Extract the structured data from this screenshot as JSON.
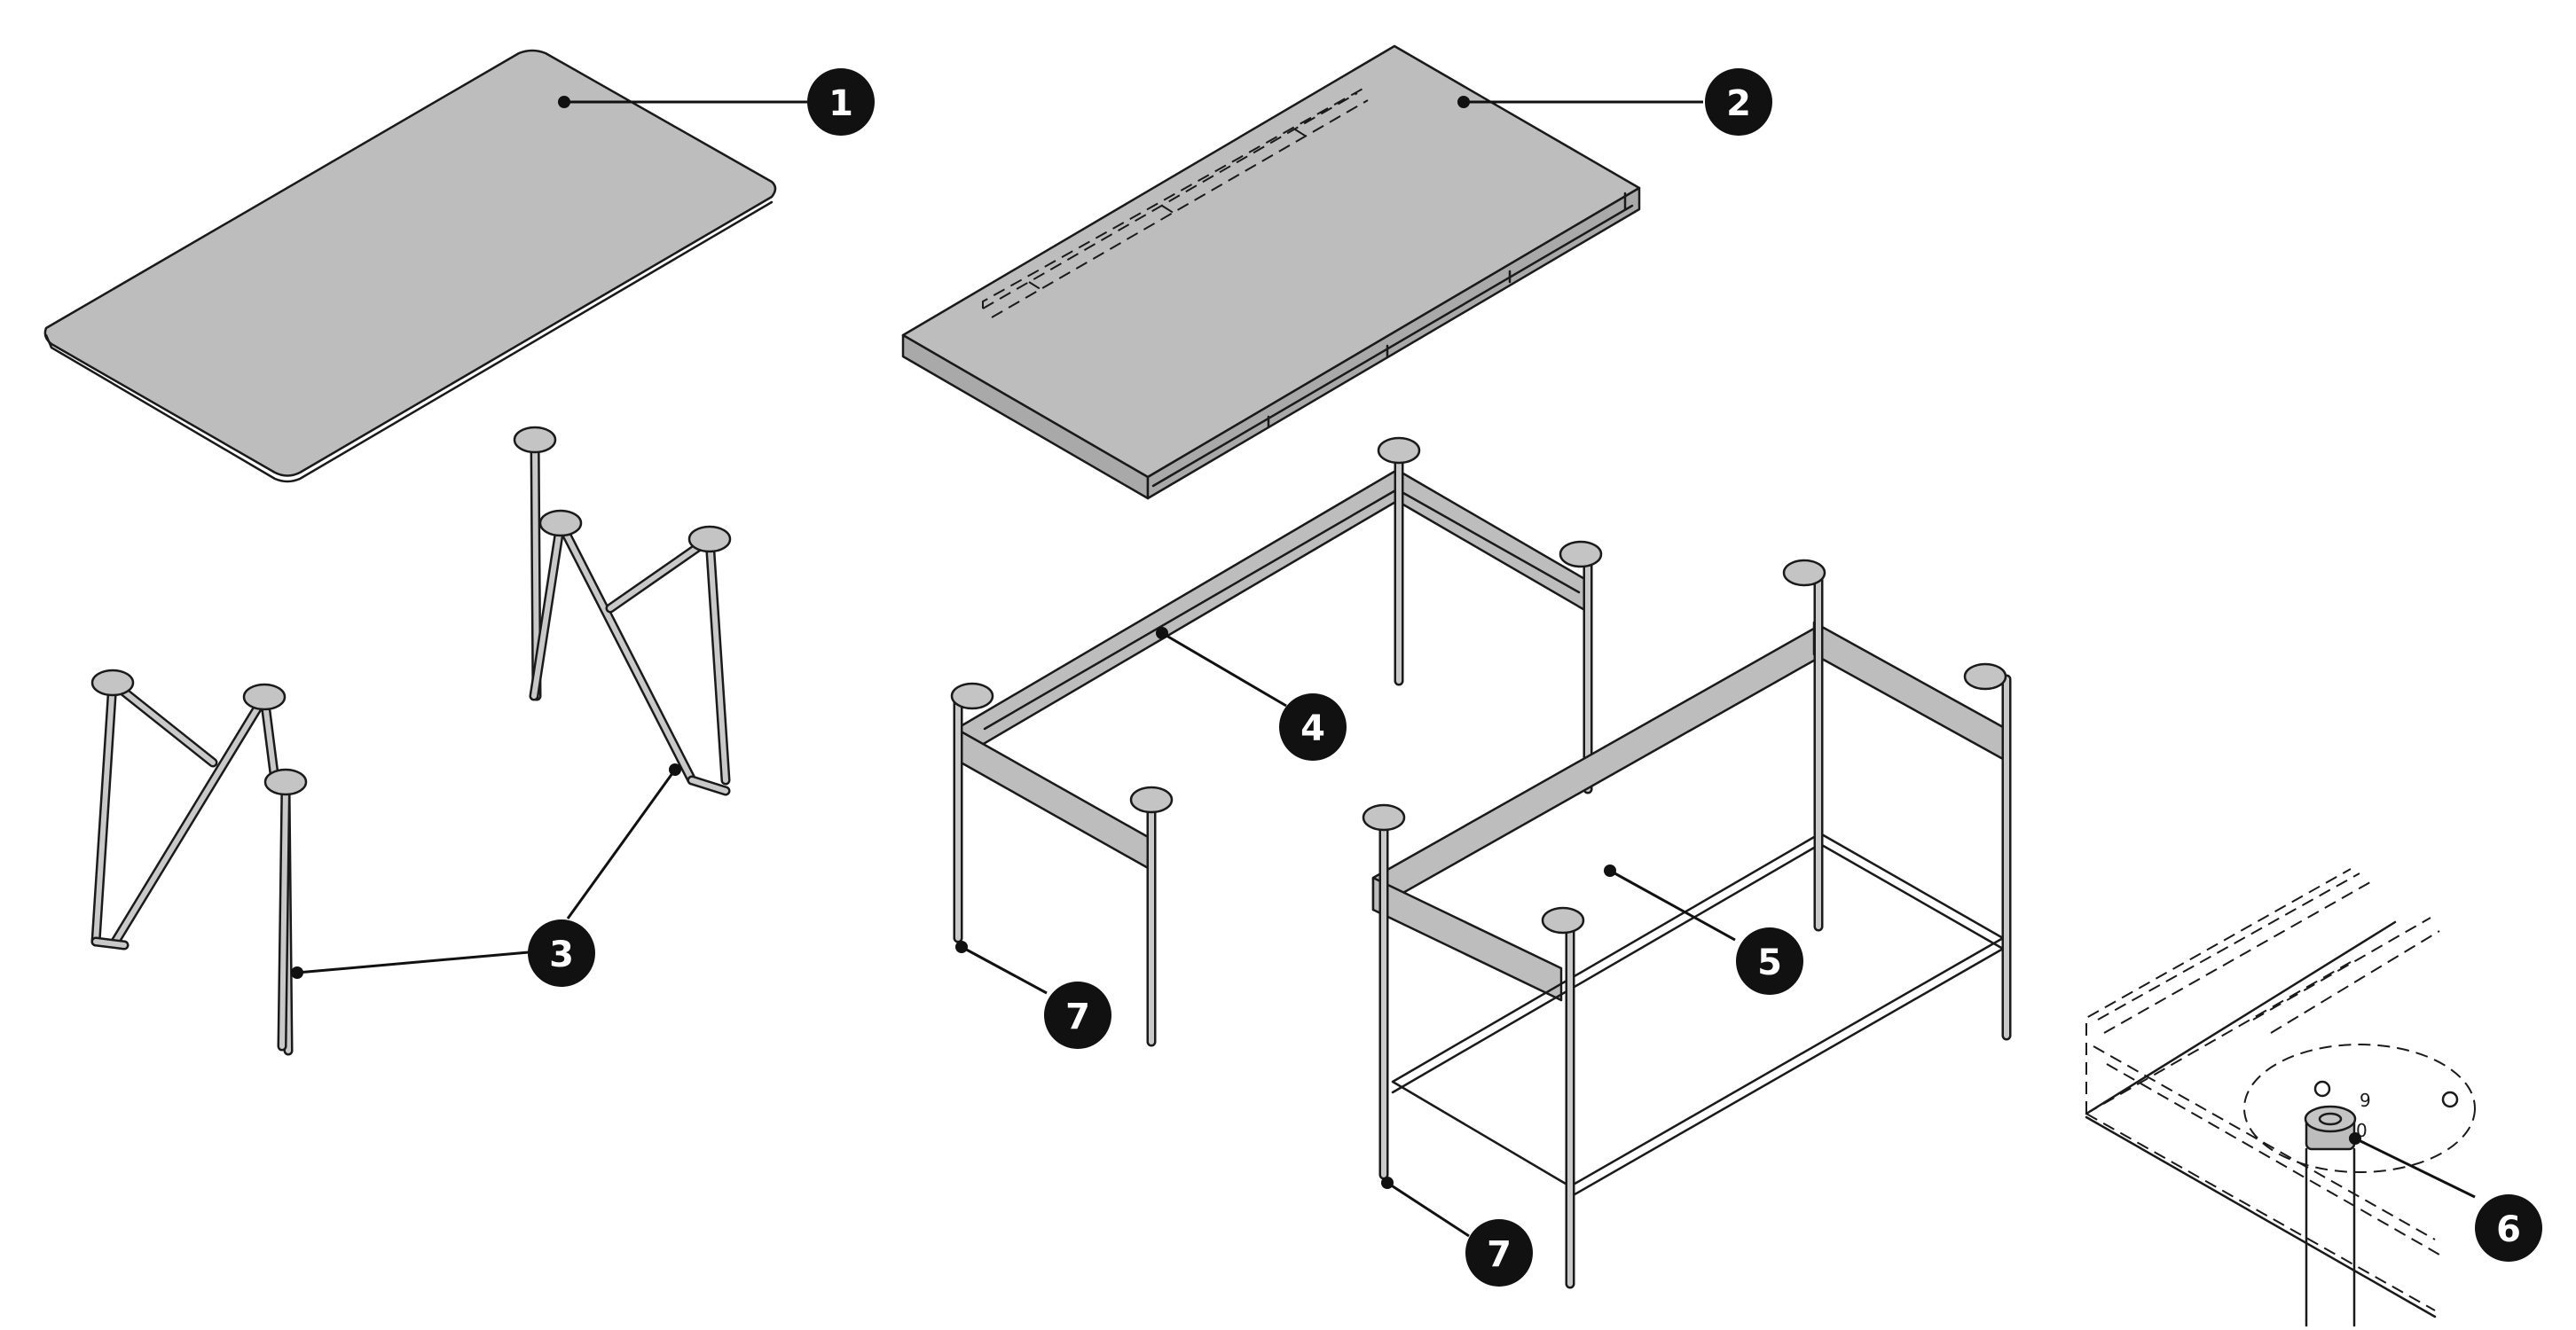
{
  "callouts": [
    {
      "label": "1"
    },
    {
      "label": "2"
    },
    {
      "label": "3"
    },
    {
      "label": "4"
    },
    {
      "label": "5"
    },
    {
      "label": "6"
    },
    {
      "label": "7"
    },
    {
      "label": "7"
    }
  ],
  "detail": {
    "marks": [
      "9",
      "0"
    ]
  },
  "colors": {
    "panel": "#bdbdbd",
    "outline": "#1a1a1a",
    "badge": "#111111",
    "badge_text": "#ffffff"
  }
}
